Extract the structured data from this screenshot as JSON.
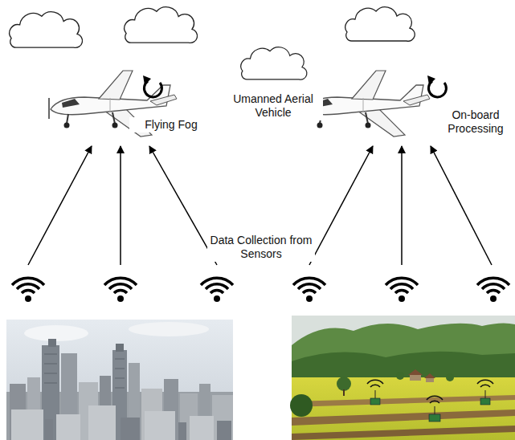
{
  "diagram": {
    "labels": [
      "Flying Fog",
      "Umanned Aerial Vehicle",
      "On-board Processing",
      "Data Collection from Sensors"
    ]
  }
}
